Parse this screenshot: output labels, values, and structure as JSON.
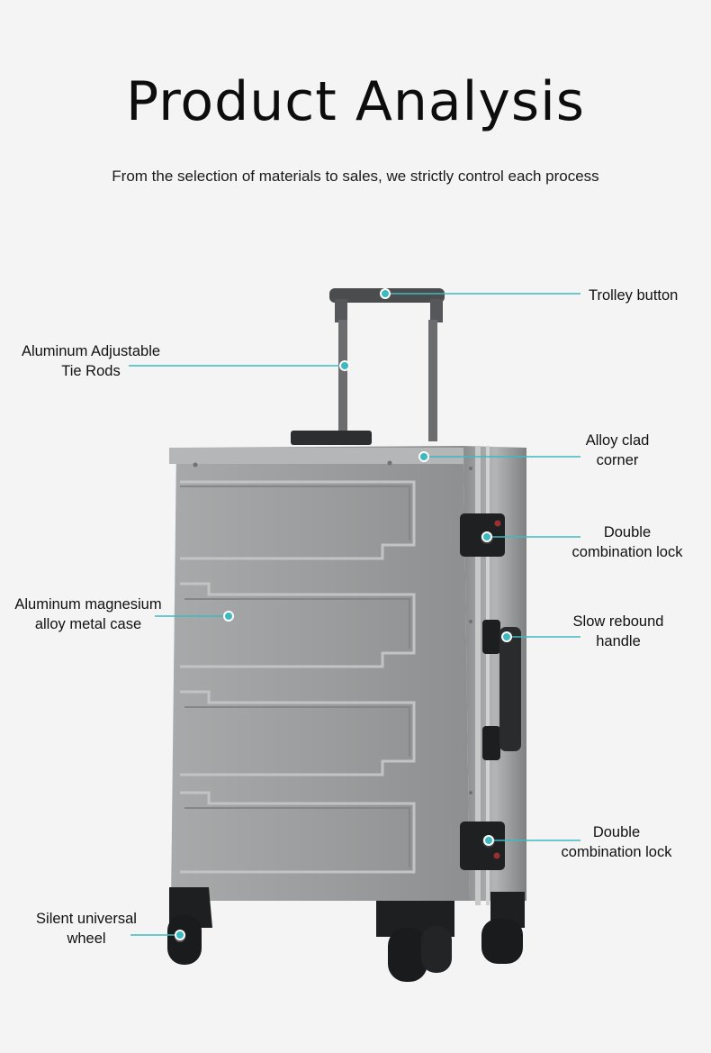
{
  "header": {
    "title": "Product Analysis",
    "subtitle": "From the selection of materials to sales, we strictly control each process"
  },
  "accent_color": "#3fb9c0",
  "callouts": {
    "trolley_button": "Trolley button",
    "tie_rods_1": "Aluminum Adjustable",
    "tie_rods_2": "Tie Rods",
    "alloy_corner_1": "Alloy clad",
    "alloy_corner_2": "corner",
    "lock_top_1": "Double",
    "lock_top_2": "combination lock",
    "metal_case_1": "Aluminum magnesium",
    "metal_case_2": "alloy metal case",
    "handle_1": "Slow rebound",
    "handle_2": "handle",
    "lock_bottom_1": "Double",
    "lock_bottom_2": "combination lock",
    "wheel_1": "Silent universal",
    "wheel_2": "wheel"
  }
}
